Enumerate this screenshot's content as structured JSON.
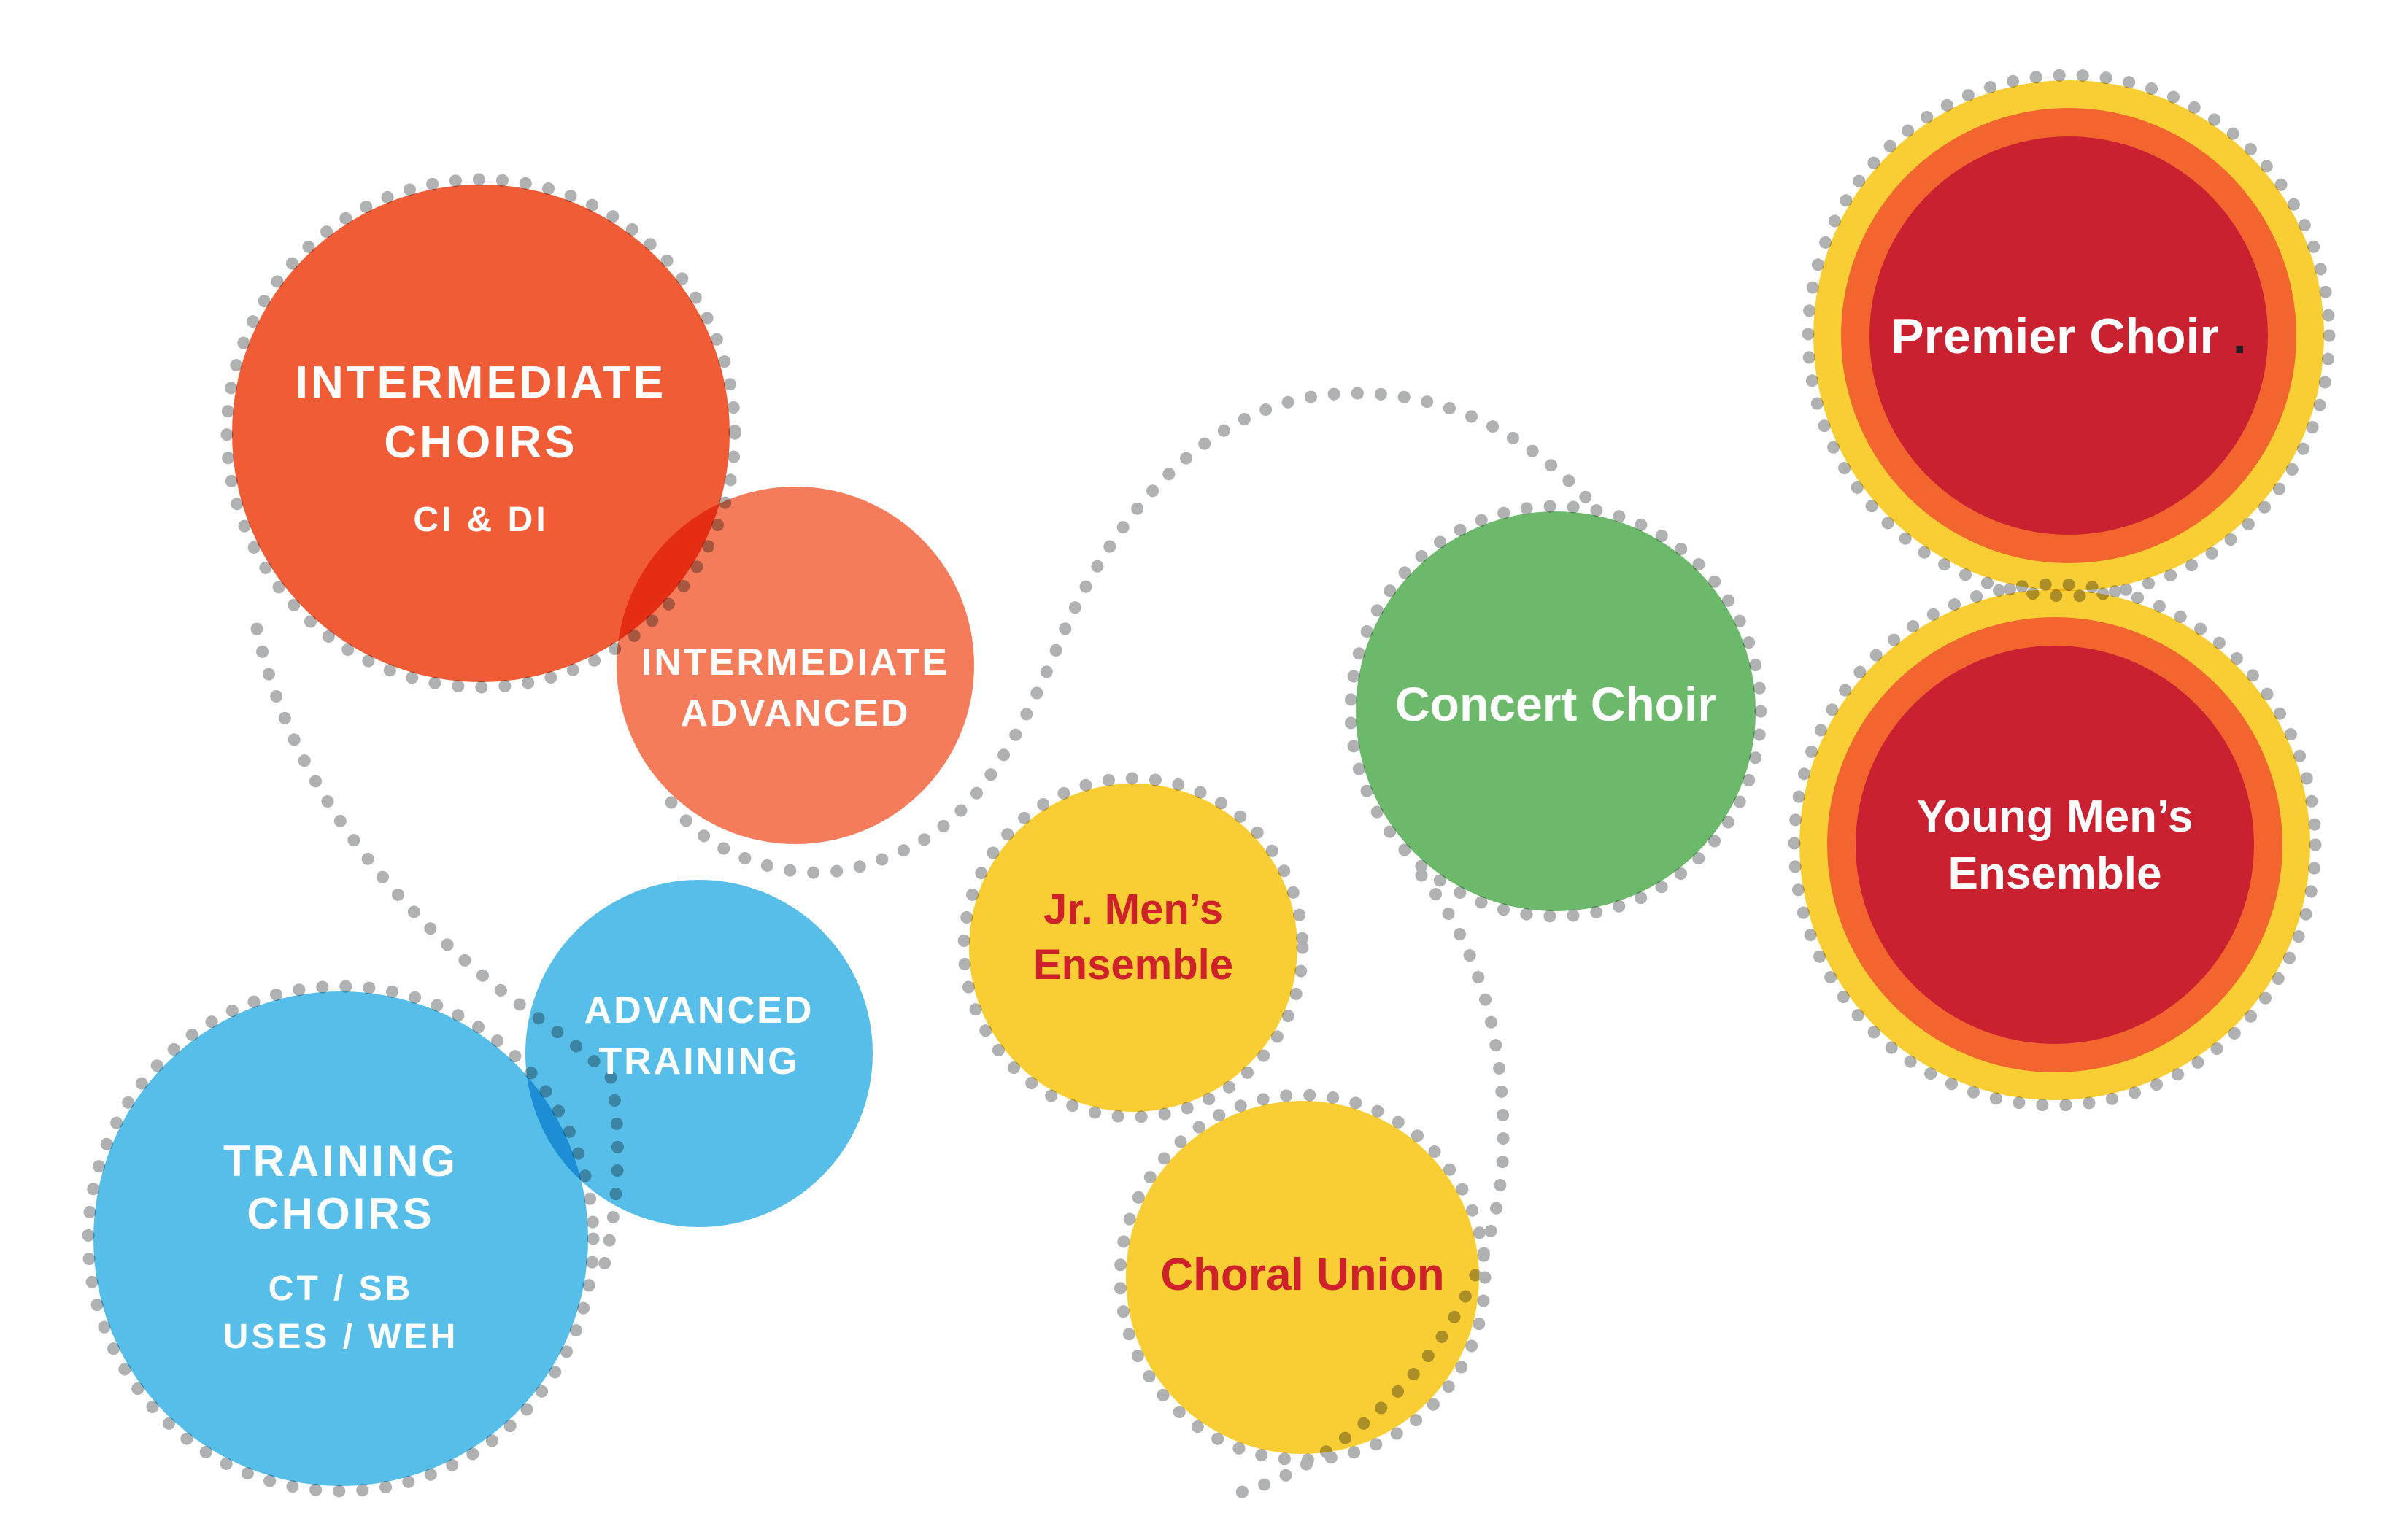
{
  "colors": {
    "orange": "#F05C35",
    "salmon": "#F47C5B",
    "blue": "#56BEE9",
    "yellow": "#F9CE35",
    "green": "#6DB96B",
    "ring_orange": "#F2652F",
    "core_red": "#CA2130",
    "text_red": "#CE2129",
    "white": "#FFFFFF",
    "period_black": "#231F20",
    "dot_gray": "#A8AAAD"
  },
  "circles": {
    "intermediate_choirs": {
      "line1": "INTERMEDIATE",
      "line2": "CHOIRS",
      "sublabel": "CI & DI"
    },
    "intermediate_advanced": {
      "line1": "INTERMEDIATE",
      "line2": "ADVANCED"
    },
    "advanced_training": {
      "line1": "ADVANCED",
      "line2": "TRAINING"
    },
    "training_choirs": {
      "line1": "TRAINING",
      "line2": "CHOIRS",
      "sub1": "CT / SB",
      "sub2": "USES / WEH"
    },
    "jr_mens_ensemble": {
      "line1": "Jr. Men’s",
      "line2": "Ensemble"
    },
    "choral_union": {
      "label": "Choral Union"
    },
    "concert_choir": {
      "label": "Concert Choir"
    },
    "premier_choir": {
      "label": "Premier Choir",
      "period": "."
    },
    "young_mens_ensemble": {
      "line1": "Young Men’s",
      "line2": "Ensemble"
    }
  }
}
